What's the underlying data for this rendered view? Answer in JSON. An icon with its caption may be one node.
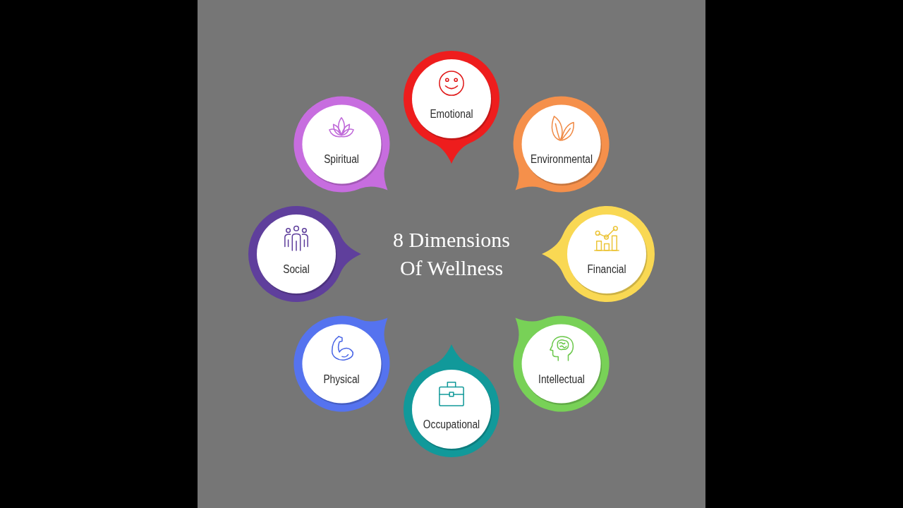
{
  "diagram": {
    "title": "8 Dimensions Of Wellness",
    "nodes": [
      {
        "text": [
          "Emotional"
        ]
      },
      {
        "text": [
          "Environmental"
        ]
      },
      {
        "text": [
          "Financial"
        ]
      },
      {
        "text": [
          "Intellectual"
        ]
      },
      {
        "text": [
          "Occupational"
        ]
      },
      {
        "text": [
          "Physical"
        ]
      },
      {
        "text": [
          "Social"
        ]
      },
      {
        "text": [
          "Spiritual"
        ]
      }
    ]
  }
}
